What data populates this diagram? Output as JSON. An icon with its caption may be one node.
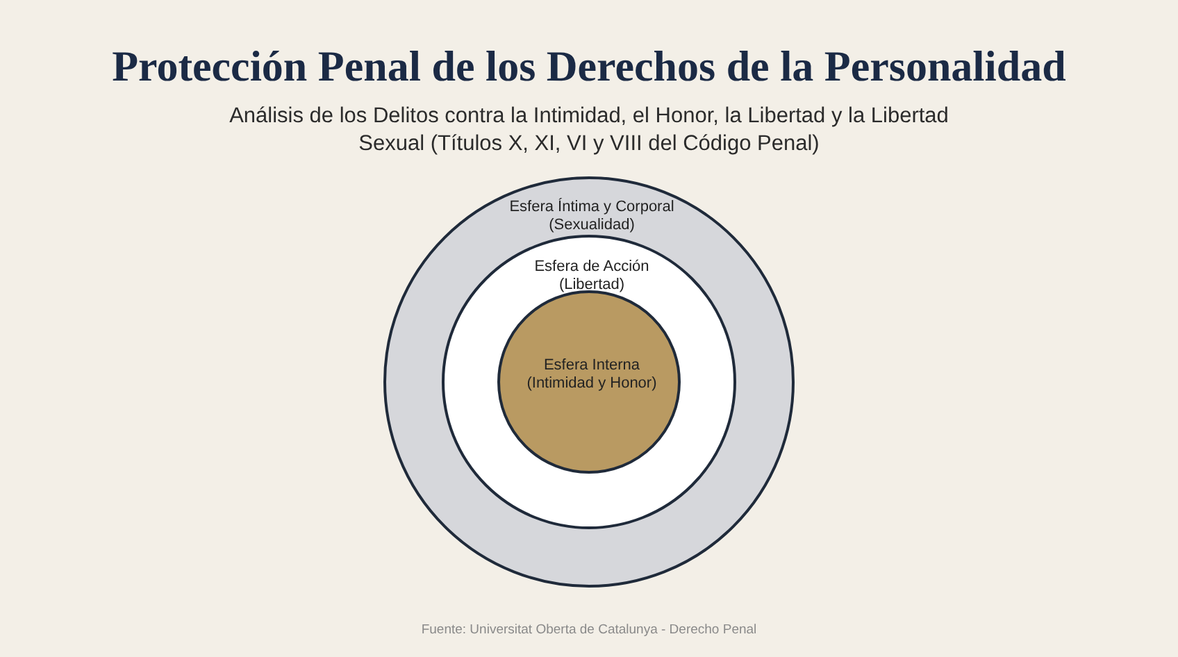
{
  "diagram": {
    "title": "Protección Penal de los Derechos de la Personalidad",
    "nodes": [
      {
        "text": [
          "Esfera Íntima y Corporal (Sexualidad)"
        ]
      },
      {
        "text": [
          "Esfera de Acción (Libertad)"
        ],
        "in": 0
      },
      {
        "text": [
          "Esfera Interna (Intimidad y Honor)"
        ],
        "in": 1
      }
    ],
    "labels": [
      "Análisis de los Delitos contra la Intimidad, el Honor, la Libertad y la Libertad Sexual (Títulos X, XI, VI y VIII del Código Penal)",
      "Fuente: Universitat Oberta de Catalunya - Derecho Penal"
    ]
  }
}
